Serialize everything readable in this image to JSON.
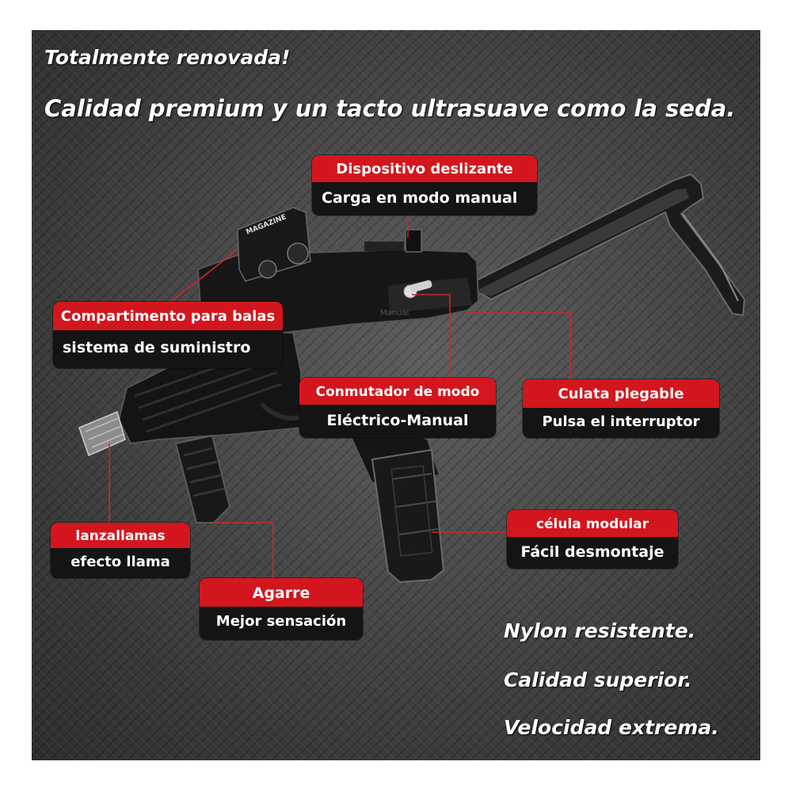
{
  "headline": {
    "line1": "Totalmente renovada!",
    "line2": "Calidad premium y un tacto ultrasuave como la seda."
  },
  "gun_markings": {
    "sight_text": "MAGAZINE",
    "selector_text": "Manual"
  },
  "callouts": {
    "slide": {
      "title": "Dispositivo deslizante",
      "subtitle": "Carga en modo manual"
    },
    "bullets": {
      "title": "Compartimento para balas",
      "subtitle": "sistema de suministro"
    },
    "mode": {
      "title": "Conmutador de modo",
      "subtitle": "Eléctrico-Manual"
    },
    "stock": {
      "title": "Culata plegable",
      "subtitle": "Pulsa el interruptor"
    },
    "flame": {
      "title": "lanzallamas",
      "subtitle": "efecto llama"
    },
    "mag": {
      "title": "célula modular",
      "subtitle": "Fácil desmontaje"
    },
    "grip": {
      "title": "Agarre",
      "subtitle": "Mejor sensación"
    }
  },
  "features": {
    "line1": "Nylon resistente.",
    "line2": "Calidad superior.",
    "line3": "Velocidad extrema."
  },
  "colors": {
    "callout_red": "#d3161d",
    "callout_dark": "#141414",
    "leader_line": "#c8282a",
    "text": "#ffffff"
  }
}
